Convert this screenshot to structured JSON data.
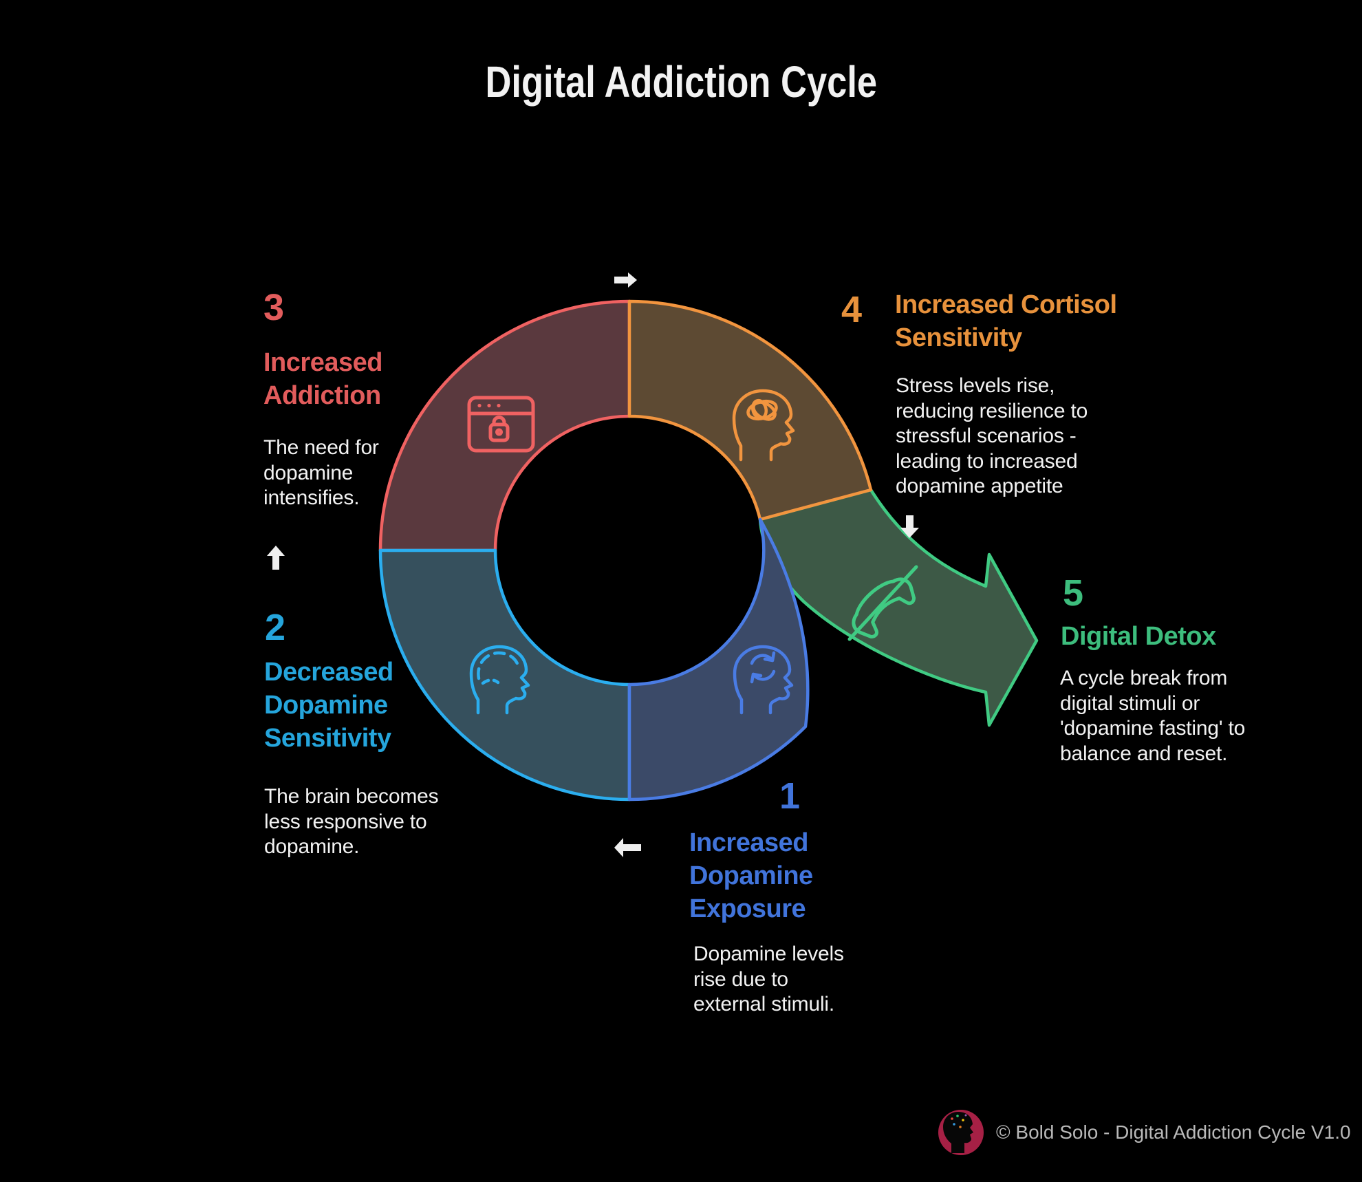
{
  "title": "Digital Addiction Cycle",
  "steps": [
    {
      "number": "1",
      "heading": "Increased Dopamine Exposure",
      "body": "Dopamine levels rise due to external stimuli.",
      "color": "#4174db",
      "segment_fill": "#3b4a68",
      "segment_stroke": "#4a7ce4",
      "icon": "head-refresh-icon"
    },
    {
      "number": "2",
      "heading": "Decreased Dopamine Sensitivity",
      "body": "The brain becomes less responsive to dopamine.",
      "color": "#25a5dc",
      "segment_fill": "#36505d",
      "segment_stroke": "#2baeef",
      "icon": "head-brain-dashed-icon"
    },
    {
      "number": "3",
      "heading": "Increased Addiction",
      "body": "The need for dopamine intensifies.",
      "color": "#e25c5c",
      "segment_fill": "#5a393e",
      "segment_stroke": "#f06262",
      "icon": "browser-lock-icon"
    },
    {
      "number": "4",
      "heading": "Increased Cortisol Sensitivity",
      "body": "Stress levels rise, reducing resilience to stressful scenarios - leading to increased dopamine appetite",
      "color": "#e8923c",
      "segment_fill": "#5d4a33",
      "segment_stroke": "#f2953f",
      "icon": "head-brain-scribble-icon"
    },
    {
      "number": "5",
      "heading": "Digital Detox",
      "body": "A cycle break from digital stimuli or 'dopamine fasting' to balance and reset.",
      "color": "#3dbd7d",
      "segment_fill": "#3d5946",
      "segment_stroke": "#40cb83",
      "icon": "phone-slash-icon"
    }
  ],
  "footer": {
    "credit": "© Bold Solo - Digital Addiction Cycle V1.0",
    "logo_color": "#a62045"
  },
  "colors": {
    "background": "#000000",
    "title_text": "#f2f2f2",
    "body_text": "#f2f2f2",
    "flow_arrows": "#efefef",
    "footer_text": "#b9b9b9"
  }
}
